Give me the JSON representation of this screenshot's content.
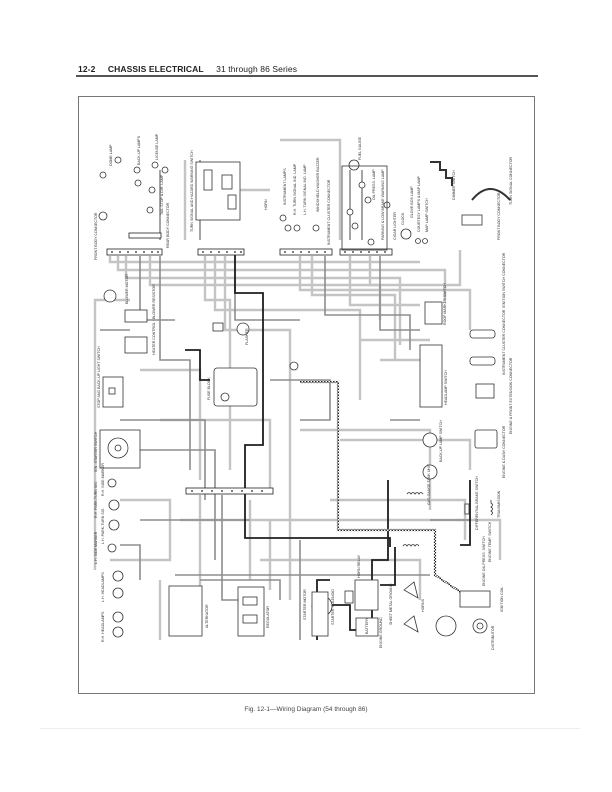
{
  "header": {
    "page_number": "12-2",
    "section": "CHASSIS ELECTRICAL",
    "series": "31 through 86 Series"
  },
  "figure": {
    "caption": "Fig. 12-1—Wiring Diagram (54 through 86)",
    "labels": {
      "front_body_connector": "FRONT BODY CONNECTOR",
      "dome_lamp": "DOME LAMP",
      "backup_lamps": "BACK-UP LAMPS",
      "license_lamp": "LICENSE LAMP",
      "tail_stop_lamp": "TAIL STOP & DIR. LAMP",
      "rear_body_connector": "REAR BODY CONNECTOR",
      "turn_signal_switch": "TURN SIGNAL AND HAZARD WARNING SWITCH",
      "horn": "HORN",
      "instrument_lamps": "INSTRUMENT LAMPS",
      "rh_turn_ind": "R.H. TURN SIGNAL IND. LAMP",
      "lh_turn_ind": "L.H. TURN SIGNAL IND. LAMP",
      "washer_buzzer": "WINDSHIELD WASHER BUZZER",
      "instrument_cluster_connector": "INSTRUMENT CLUSTER CONNECTOR",
      "fuel_gauge": "FUEL GAUGE",
      "oil_press_lamp": "OIL PRESS. LAMP",
      "brake_warning_lamp": "PARKING & LOW BRAKE WARNING LAMP",
      "clock": "CLOCK",
      "cigar_lighter": "CIGAR LIGHTER",
      "glove_box_lamp": "GLOVE BOX LAMP",
      "courtesy_lamps": "COURTESY LAMPS & MAP LAMP",
      "map_lamp_switch": "MAP LAMP SWITCH",
      "dimmer_switch": "DIMMER SWITCH",
      "turn_signal_connector": "TURN SIGNAL CONNECTOR",
      "front_body_connector_2": "FRONT BODY CONNECTOR",
      "blower_motor": "BLOWER MOTOR",
      "heater_control": "HEATER CONTROL · BLOWER RESISTOR",
      "stop_backup_switch": "STOP AND BACK-UP LIGHT SWITCH",
      "ignition_switch": "IGN.-STARTER SWITCH",
      "flasher": "FLASHER",
      "fuse_block": "FUSE BLOCK",
      "headlamp_switch": "HEADLAMP SWITCH",
      "roof_marker_switch": "ROOF MARKER SWITCH",
      "ignition_main_connector": "IGNITION SWITCH CONNECTOR",
      "instrument_cluster_connector_2": "INSTRUMENT CLUSTER CONNECTOR",
      "engine_connector": "ENGINE & FRONT EXTENSION CONNECTOR",
      "engine_dash_connector": "ENGINE & DASH CONNECTOR",
      "rh_side_marker": "R.H. SIDE MARKER",
      "rh_park_turn": "R.H. PARK-TURN SIG.",
      "lh_park_turn": "L.H. PARK-TURN SIG.",
      "lh_side_marker": "L.H. SIDE MARKER",
      "lh_headlamps": "L.H. HEADLAMPS",
      "rh_headlamps": "R.H. HEADLAMPS",
      "alternator": "ALTERNATOR",
      "regulator": "REGULATOR",
      "starter_motor": "STARTER MOTOR",
      "starter_solenoid": "STARTER SOLENOID",
      "horn_relay": "HORN RELAY",
      "battery": "BATTERY",
      "engine_ground": "ENGINE GROUND",
      "sheet_metal_ground": "SHEET METAL GROUND",
      "horns": "HORNS",
      "ignition_coil": "IGNITION COIL",
      "distributor": "DISTRIBUTOR",
      "transmission": "TRANSMISSION",
      "differential_switch": "DIFFERENTIAL BRAKE SWITCH",
      "engine_temp_switch": "ENGINE TEMP. SWITCH",
      "oil_press_switch": "ENGINE OIL PRESS. SWITCH",
      "gas_gauge_tank": "GAS GAUGE TANK UNIT",
      "back_up_switch": "BACK-UP LAMP SWITCH"
    }
  }
}
